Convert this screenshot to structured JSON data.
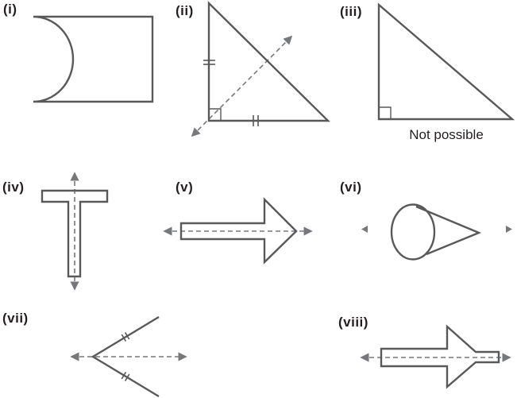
{
  "colors": {
    "background": "#ffffff",
    "shape_stroke": "#58595b",
    "symmetry_line": "#77787b",
    "label_text": "#231f20"
  },
  "figures": [
    {
      "label": "(i)",
      "shape": "rectangle-with-concave-semicircular-left-side",
      "symmetry_line": "none"
    },
    {
      "label": "(ii)",
      "shape": "right-isosceles-triangle",
      "symmetry_line": "diagonal-dashed-arrow",
      "tick_marks": "double-ticks-on-two-equal-sides",
      "right_angle_marker": true
    },
    {
      "label": "(iii)",
      "shape": "right-triangle",
      "caption": "Not possible",
      "symmetry_line": "none",
      "right_angle_marker": true
    },
    {
      "label": "(iv)",
      "shape": "t-shape",
      "symmetry_line": "vertical-dashed-arrow"
    },
    {
      "label": "(v)",
      "shape": "right-pointing-block-arrow",
      "symmetry_line": "horizontal-dashed-arrow"
    },
    {
      "label": "(vi)",
      "shape": "cone-circle-with-triangle-tip",
      "symmetry_line": "horizontal-arrowheads-only"
    },
    {
      "label": "(vii)",
      "shape": "open-chevron-angle",
      "symmetry_line": "horizontal-dashed-arrow",
      "tick_marks": "double-slash-on-both-arms"
    },
    {
      "label": "(viii)",
      "shape": "block-arrow-with-truncated-protruding-tip",
      "symmetry_line": "horizontal-dashed-arrow"
    }
  ]
}
